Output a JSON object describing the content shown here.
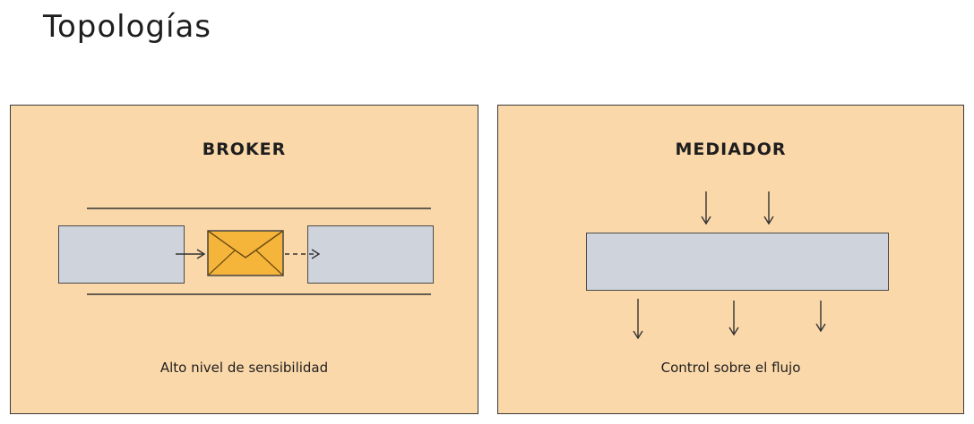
{
  "page": {
    "title": "Topologías"
  },
  "broker": {
    "title": "BROKER",
    "caption": "Alto nivel de sensibilidad",
    "icon": "envelope-icon"
  },
  "mediator": {
    "title": "MEDIADOR",
    "caption": "Control sobre el flujo"
  },
  "colors": {
    "panel_bg": "#fbd8aa",
    "box_bg": "#cfd4dc",
    "envelope": "#f5b43a"
  }
}
